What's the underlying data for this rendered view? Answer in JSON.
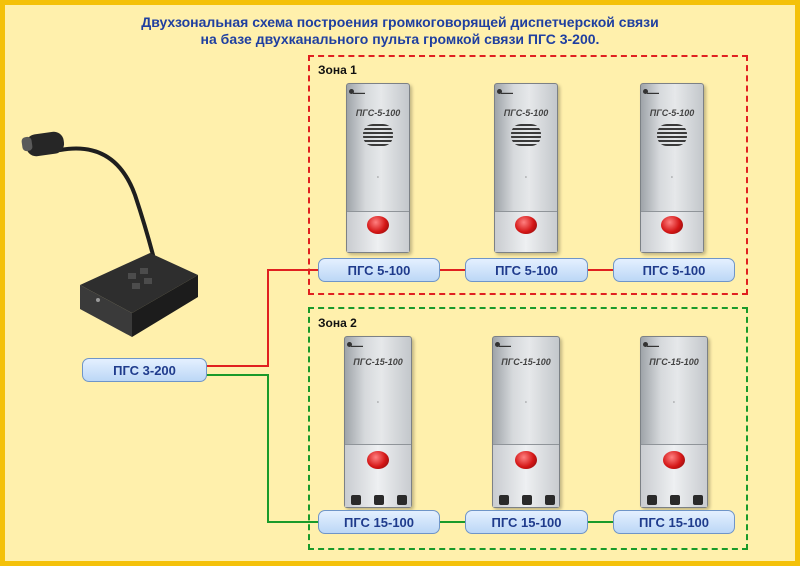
{
  "title": {
    "line1": "Двухзональная схема построения громкоговорящей диспетчерской связи",
    "line2": "на базе двухканального пульта громкой связи ПГС 3-200."
  },
  "console": {
    "label": "ПГС 3-200"
  },
  "zones": [
    {
      "label": "Зона 1",
      "color": "#e02020",
      "device_model_text": "ПГС-5-100",
      "units": [
        {
          "label": "ПГС 5-100"
        },
        {
          "label": "ПГС 5-100"
        },
        {
          "label": "ПГС 5-100"
        }
      ]
    },
    {
      "label": "Зона 2",
      "color": "#1a9a2a",
      "device_model_text": "ПГС-15-100",
      "units": [
        {
          "label": "ПГС 15-100"
        },
        {
          "label": "ПГС 15-100"
        },
        {
          "label": "ПГС 15-100"
        }
      ]
    }
  ],
  "colors": {
    "background": "#fff0ac",
    "border": "#f4c10a",
    "title": "#1f3fa0",
    "label_fill": "#d4e6fb",
    "label_text": "#1f3b8c"
  }
}
